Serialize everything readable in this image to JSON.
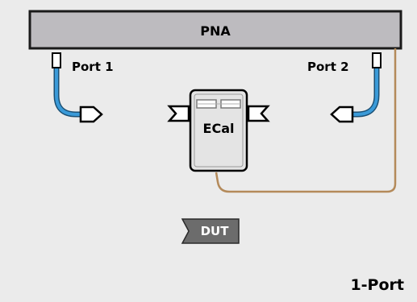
{
  "instrument": {
    "label": "PNA"
  },
  "ports": [
    {
      "label": "Port 1"
    },
    {
      "label": "Port 2"
    }
  ],
  "ecal": {
    "label": "ECal"
  },
  "dut": {
    "label": "DUT"
  },
  "mode": {
    "label": "1-Port"
  },
  "colors": {
    "background": "#ebebeb",
    "instrument_fill": "#bdbbbf",
    "cable_blue": "#3a9ad8",
    "cable_brown": "#b48a5a",
    "ecal_fill": "#e4e4e4",
    "dut_fill": "#6c6c6c"
  }
}
